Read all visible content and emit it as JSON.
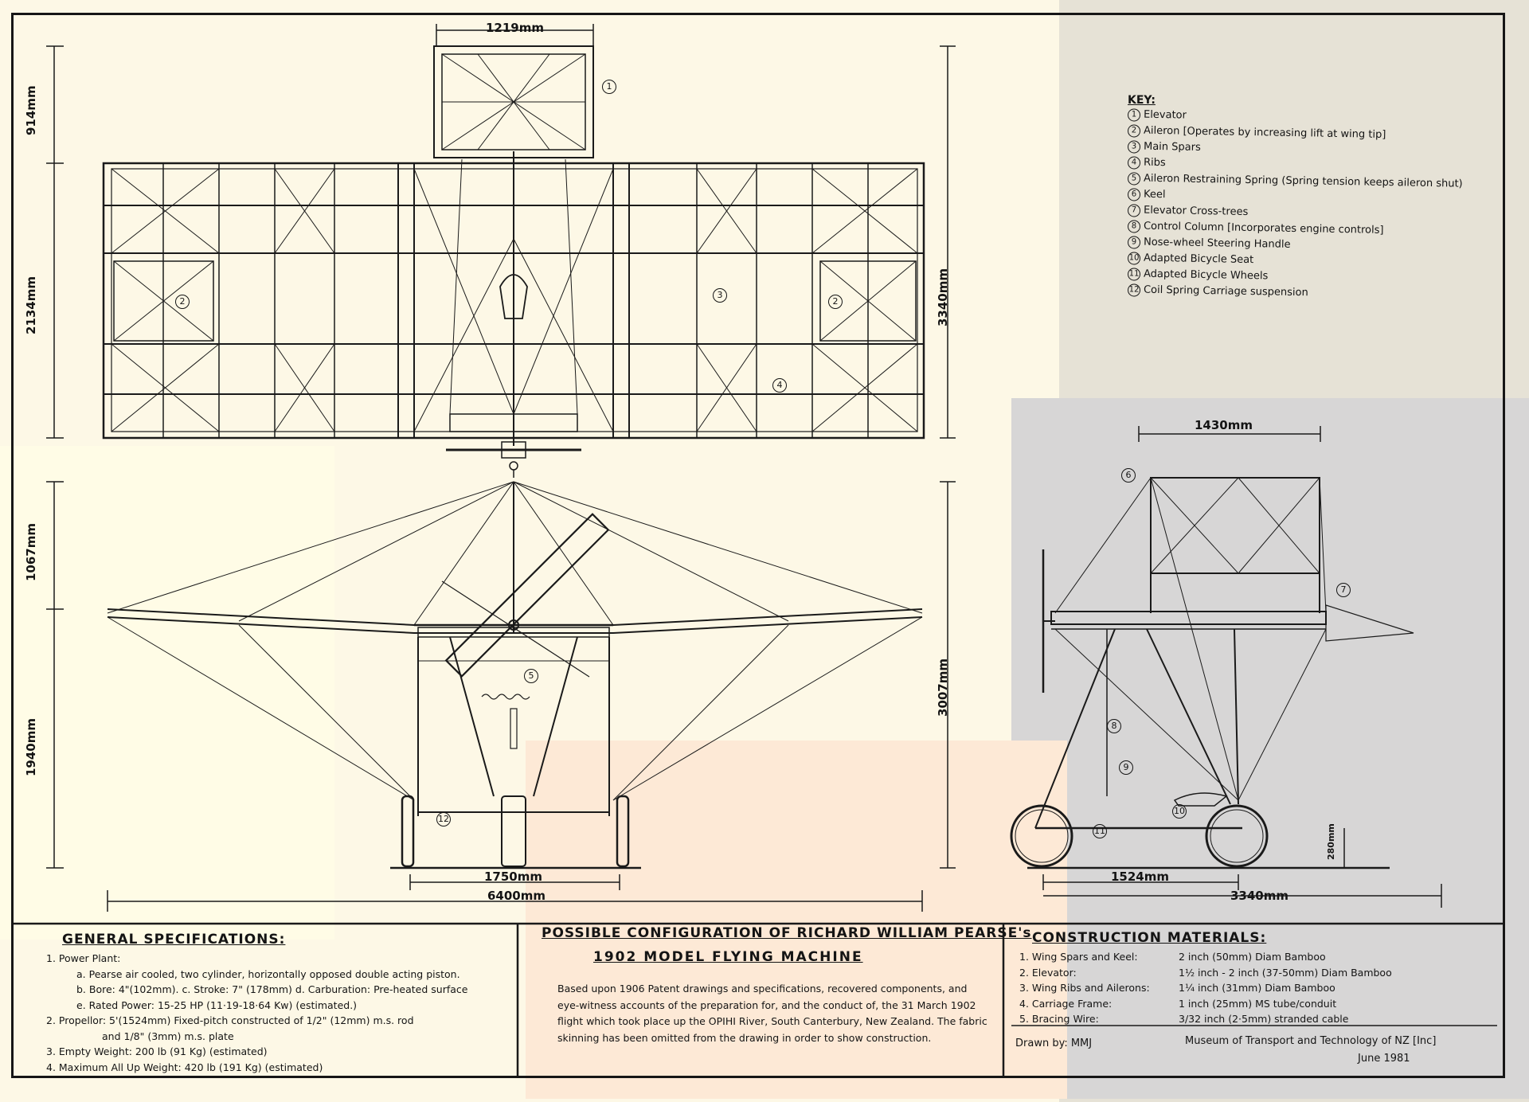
{
  "key": {
    "title": "KEY:",
    "items": [
      {
        "num": "1",
        "label": "Elevator"
      },
      {
        "num": "2",
        "label": "Aileron [Operates by increasing lift at wing tip]"
      },
      {
        "num": "3",
        "label": "Main Spars"
      },
      {
        "num": "4",
        "label": "Ribs"
      },
      {
        "num": "5",
        "label": "Aileron Restraining Spring (Spring tension keeps aileron shut)"
      },
      {
        "num": "6",
        "label": "Keel"
      },
      {
        "num": "7",
        "label": "Elevator Cross-trees"
      },
      {
        "num": "8",
        "label": "Control Column [Incorporates engine controls]"
      },
      {
        "num": "9",
        "label": "Nose-wheel Steering Handle"
      },
      {
        "num": "10",
        "label": "Adapted Bicycle Seat"
      },
      {
        "num": "11",
        "label": "Adapted Bicycle Wheels"
      },
      {
        "num": "12",
        "label": "Coil Spring Carriage suspension"
      }
    ]
  },
  "dimensions": {
    "top_width": "1219mm",
    "elevator_length": "914mm",
    "wing_chord": "2134mm",
    "plan_length": "3340mm",
    "front_height_upper": "1067mm",
    "front_height_lower": "1940mm",
    "front_total_height": "3007mm",
    "track": "1750mm",
    "span": "6400mm",
    "side_elevator_width": "1430mm",
    "wheelbase": "1524mm",
    "side_length": "3340mm",
    "ground_clearance": "280mm"
  },
  "callouts": {
    "c1": "1",
    "c2a": "2",
    "c2b": "2",
    "c3": "3",
    "c4": "4",
    "c5": "5",
    "c6": "6",
    "c7": "7",
    "c8": "8",
    "c9": "9",
    "c10": "10",
    "c11": "11",
    "c12": "12"
  },
  "general_specs": {
    "title": "GENERAL SPECIFICATIONS:",
    "lines": [
      {
        "text": "1. Power Plant:",
        "indent": 0
      },
      {
        "text": "a. Pearse air cooled, two cylinder, horizontally opposed double acting piston.",
        "indent": 1
      },
      {
        "text": "b. Bore: 4\"(102mm).  c. Stroke: 7\" (178mm)  d. Carburation: Pre-heated surface",
        "indent": 1
      },
      {
        "text": "e. Rated Power: 15-25 HP  (11·19-18·64 Kw) (estimated.)",
        "indent": 1
      },
      {
        "text": "2. Propellor: 5'(1524mm) Fixed-pitch constructed of 1/2\" (12mm) m.s. rod",
        "indent": 0
      },
      {
        "text": "and 1/8\" (3mm) m.s. plate",
        "indent": 2
      },
      {
        "text": "3. Empty Weight: 200 lb (91 Kg) (estimated)",
        "indent": 0
      },
      {
        "text": "4. Maximum All Up Weight: 420 lb (191 Kg) (estimated)",
        "indent": 0
      }
    ]
  },
  "center": {
    "title_line1": "POSSIBLE CONFIGURATION OF RICHARD WILLIAM PEARSE's",
    "title_line2": "1902 MODEL FLYING MACHINE",
    "description": "Based upon 1906 Patent drawings and specifications, recovered components, and eye-witness accounts of the preparation for, and the conduct of, the 31 March 1902 flight which took place up the OPIHI River, South Canterbury, New Zealand. The fabric skinning has been omitted from the drawing in order to show construction."
  },
  "construction": {
    "title": "CONSTRUCTION MATERIALS:",
    "items": [
      {
        "label": "1. Wing Spars and Keel:",
        "value": "2 inch (50mm) Diam Bamboo"
      },
      {
        "label": "2. Elevator:",
        "value": "1½ inch - 2 inch (37-50mm) Diam Bamboo"
      },
      {
        "label": "3. Wing Ribs and Ailerons:",
        "value": "1¼ inch (31mm) Diam Bamboo"
      },
      {
        "label": "4. Carriage Frame:",
        "value": "1 inch (25mm) MS tube/conduit"
      },
      {
        "label": "5. Bracing Wire:",
        "value": "3/32 inch (2·5mm) stranded cable"
      }
    ],
    "drawn_by": "Drawn by: MMJ",
    "museum": "Museum of Transport and Technology of NZ [Inc]",
    "date": "June 1981"
  }
}
